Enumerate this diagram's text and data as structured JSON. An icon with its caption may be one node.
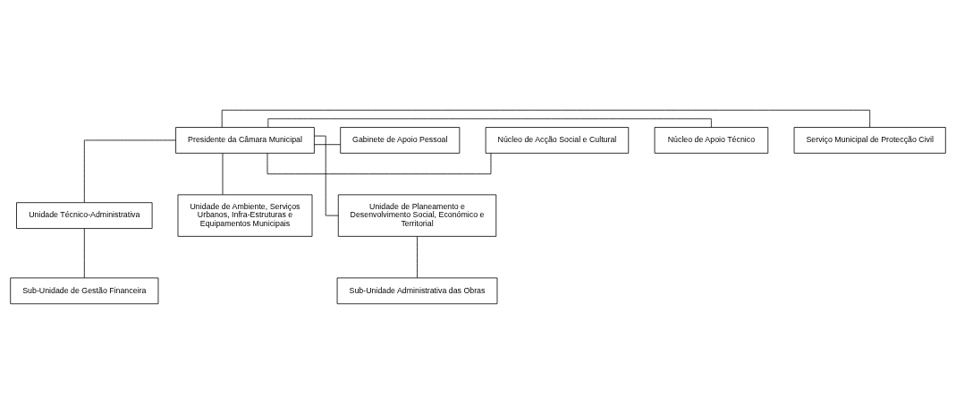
{
  "diagram": {
    "nodes": [
      {
        "text": [
          "Serviço Municipal de Protecção Civil"
        ]
      },
      {
        "text": [
          "Núcleo de Apoio Técnico"
        ]
      },
      {
        "text": [
          "Núcleo de Acção Social e Cultural"
        ]
      },
      {
        "text": [
          "Presidente da Câmara Municipal"
        ]
      },
      {
        "text": [
          "Gabinete de Apoio Pessoal"
        ]
      },
      {
        "text": [
          "Unidade Técnico-Administrativa"
        ]
      },
      {
        "text": [
          "Unidade de Ambiente, Serviços Urbanos, Infra-Estruturas e Equipamentos Municipais"
        ]
      },
      {
        "text": [
          "Unidade de Planeamento e Desenvolvimento Social, Económico e Territorial"
        ]
      },
      {
        "text": [
          "Sub-Unidade de Gestão Financeira"
        ]
      },
      {
        "text": [
          "Sub-Unidade Administrativa das Obras"
        ]
      }
    ],
    "edges": [
      {
        "from": 3,
        "to": 0,
        "arrow": "none"
      },
      {
        "from": 3,
        "to": 1,
        "arrow": "none"
      },
      {
        "from": 3,
        "to": 2,
        "arrow": "none"
      },
      {
        "from": 3,
        "to": 4,
        "arrow": "none"
      },
      {
        "from": 3,
        "to": 5,
        "arrow": "none"
      },
      {
        "from": 3,
        "to": 6,
        "arrow": "none"
      },
      {
        "from": 3,
        "to": 7,
        "arrow": "none"
      },
      {
        "from": 5,
        "to": 8,
        "arrow": "none"
      },
      {
        "from": 7,
        "to": 9,
        "arrow": "none"
      }
    ]
  }
}
